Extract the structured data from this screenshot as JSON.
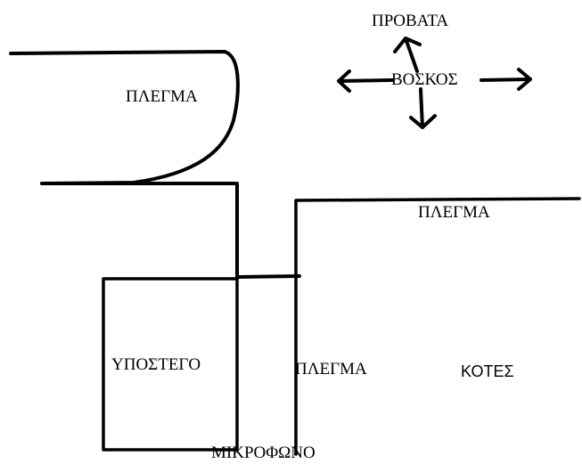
{
  "diagram": {
    "labels": {
      "mesh_top_left": "ΠΛΕΓΜΑ",
      "mesh_top_right": "ΠΛΕΓΜΑ",
      "mesh_middle": "ΠΛΕΓΜΑ",
      "sheep": "ΠΡΟΒΑΤΑ",
      "shepherd": "ΒΟΣΚΟΣ",
      "shed": "ΥΠΟΣΤΕΓΟ",
      "coops": "ΚΟΤΕΣ",
      "microphone": "ΜΙΚΡΟΦΩΝΟ"
    },
    "colors": {
      "stroke": "#000000",
      "background": "#ffffff"
    }
  }
}
